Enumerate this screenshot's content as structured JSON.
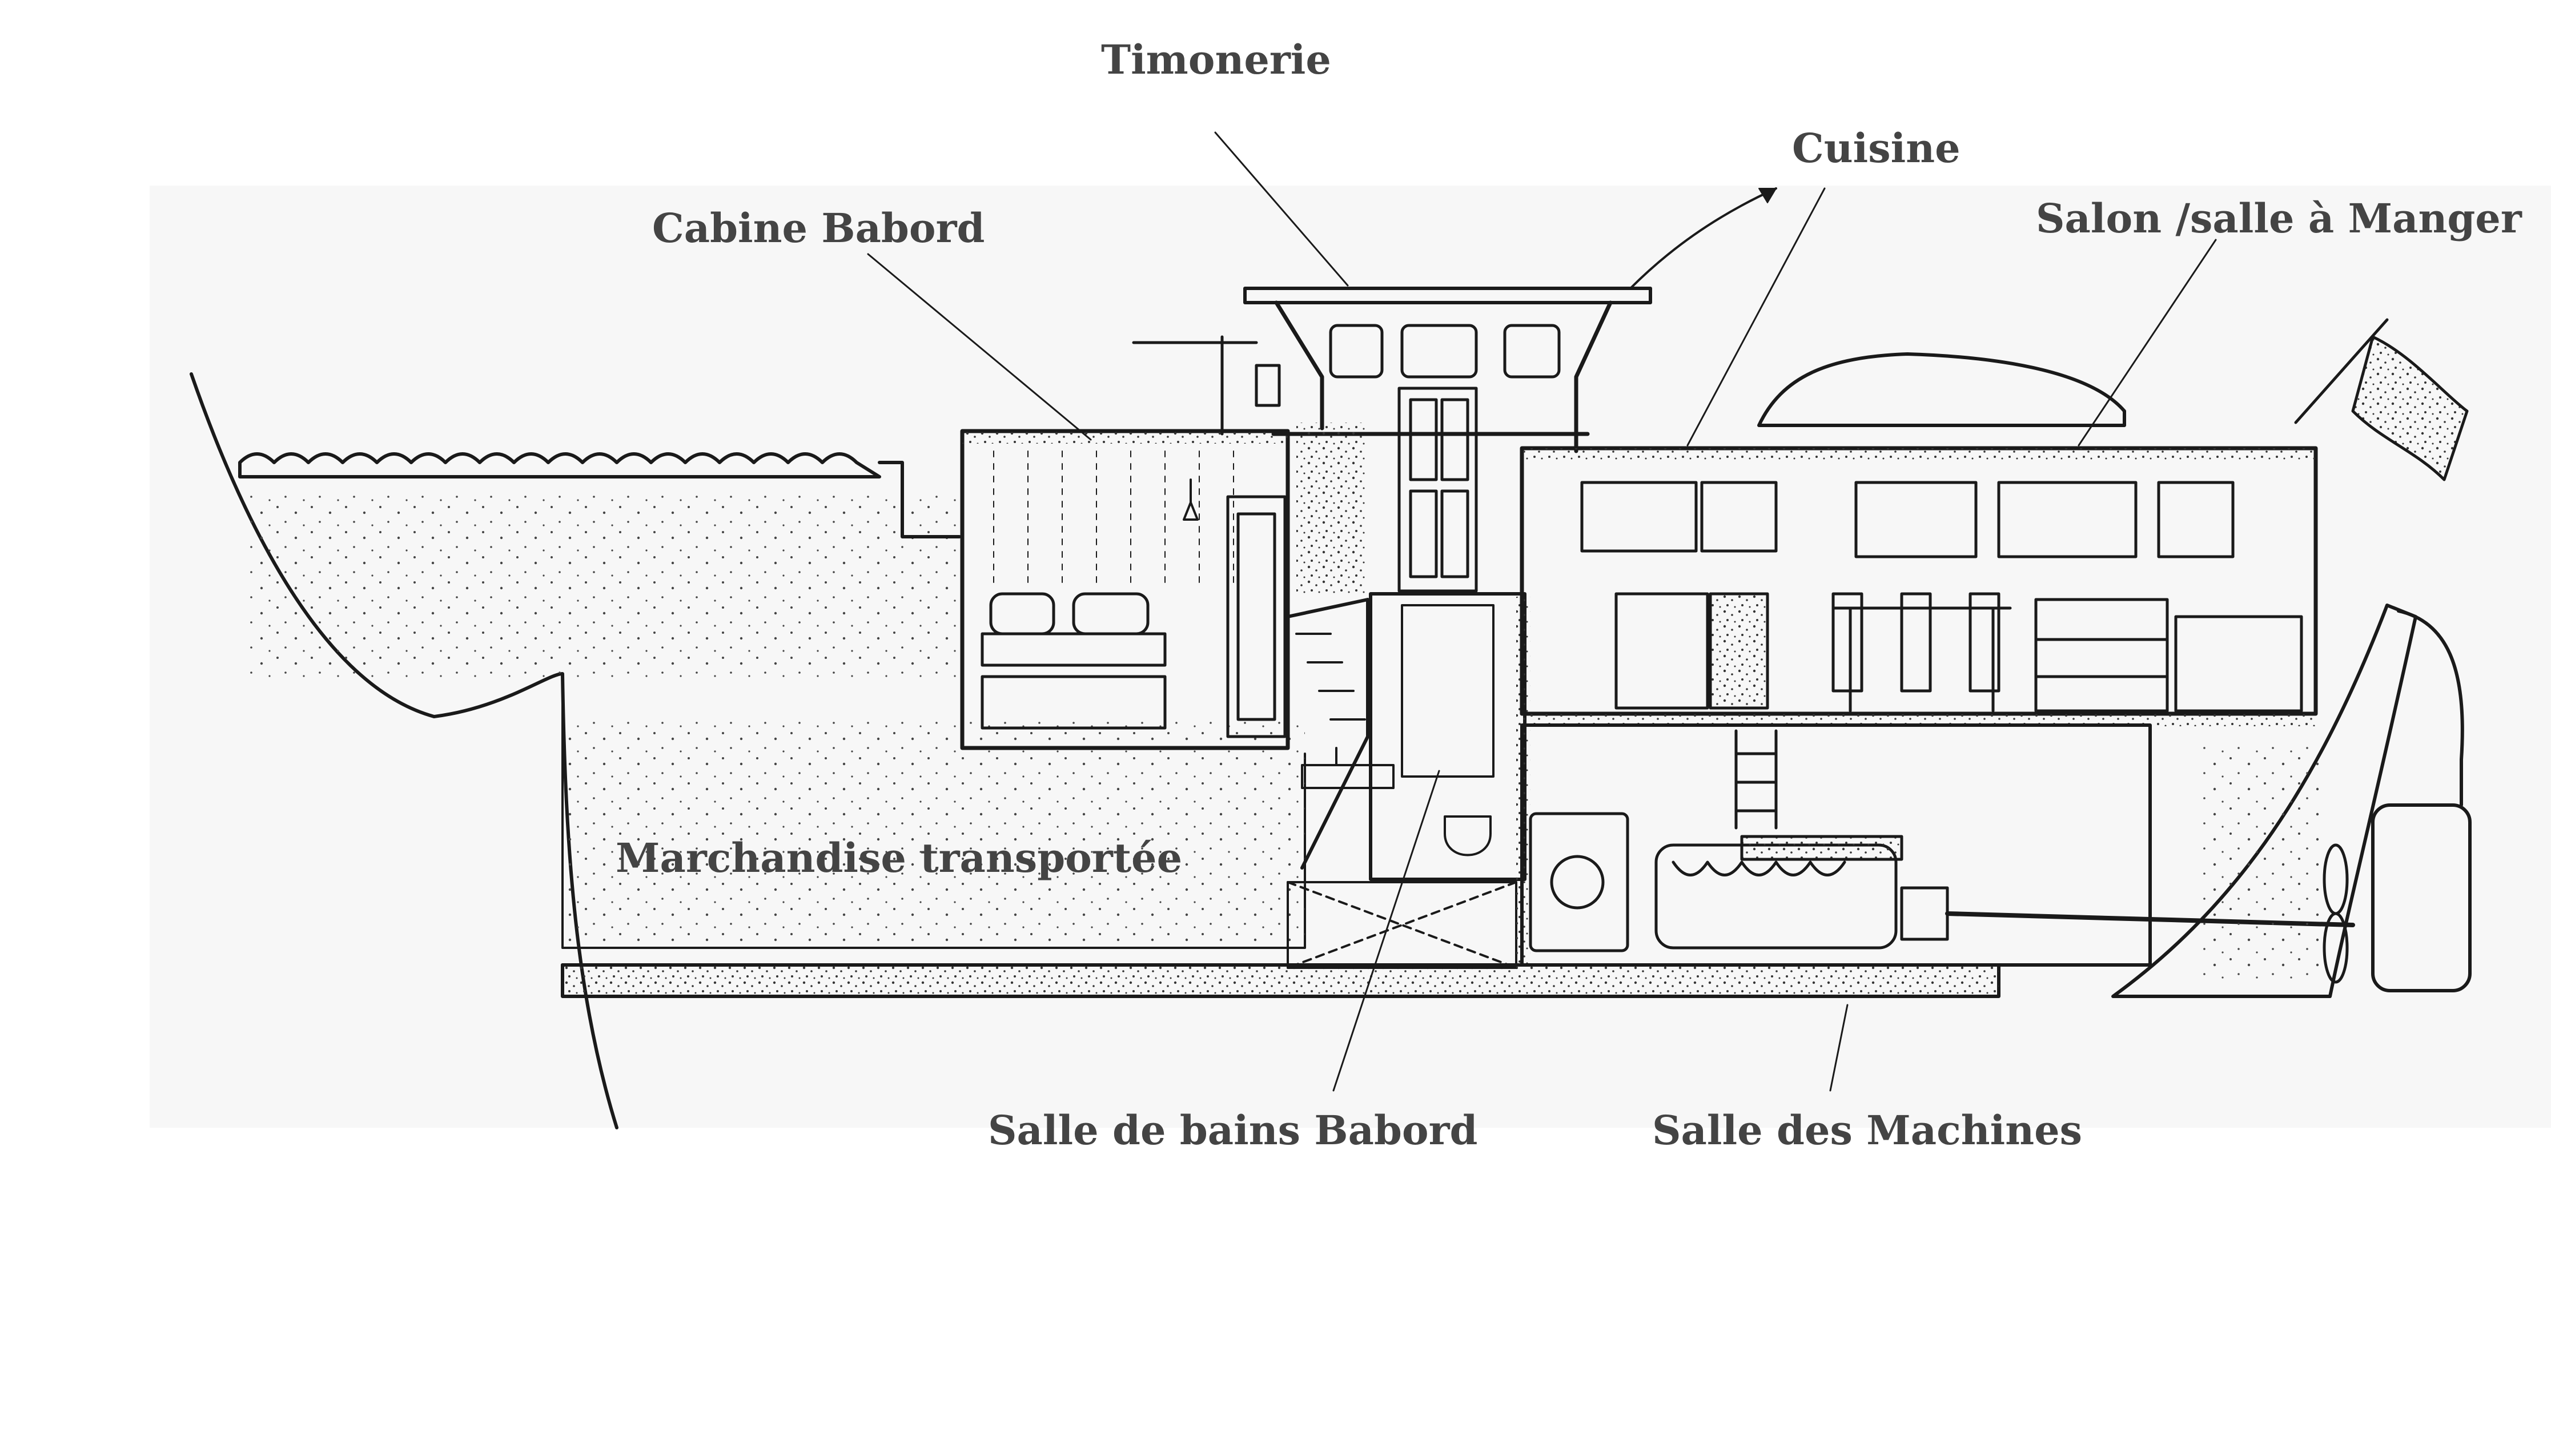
{
  "diagram": {
    "labels": {
      "timonerie": "Timonerie",
      "cuisine": "Cuisine",
      "cabine_babord": "Cabine Babord",
      "salon": "Salon /salle à Manger",
      "marchandise": "Marchandise transportée",
      "salle_de_bains": "Salle de bains Babord",
      "salle_des_machines": "Salle des Machines"
    },
    "colors": {
      "ink": "#1a1a1a",
      "label_text": "#444444",
      "paper": "#f7f7f7",
      "background": "#ffffff"
    }
  }
}
